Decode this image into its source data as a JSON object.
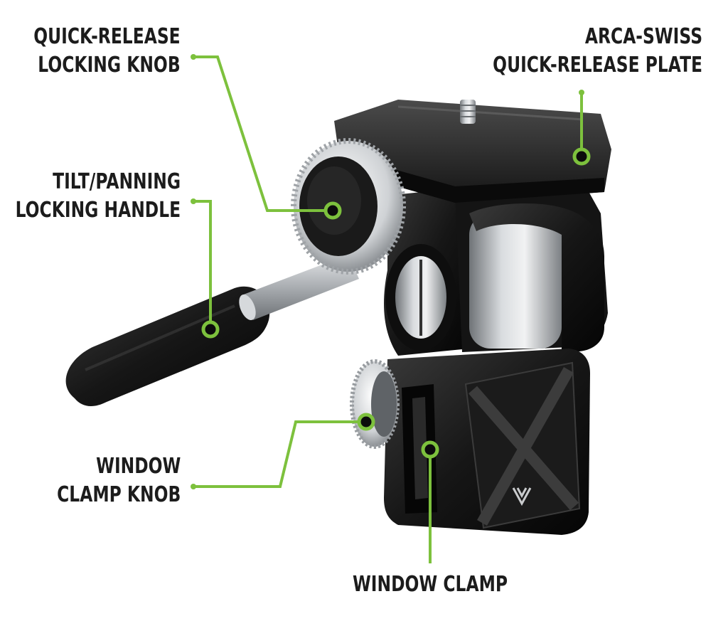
{
  "labels": {
    "qr_knob": [
      "QUICK-RELEASE",
      "LOCKING KNOB"
    ],
    "arca": [
      "ARCA-SWISS",
      "QUICK-RELEASE PLATE"
    ],
    "tilt": [
      "TILT/PANNING",
      "LOCKING HANDLE"
    ],
    "clamp_knob": [
      "WINDOW",
      "CLAMP KNOB"
    ],
    "clamp": [
      "WINDOW CLAMP"
    ]
  },
  "colors": {
    "callout": "#7dc13d",
    "text": "#1c1c1c",
    "body_black": "#151515",
    "silver": "#b9bcbf"
  }
}
